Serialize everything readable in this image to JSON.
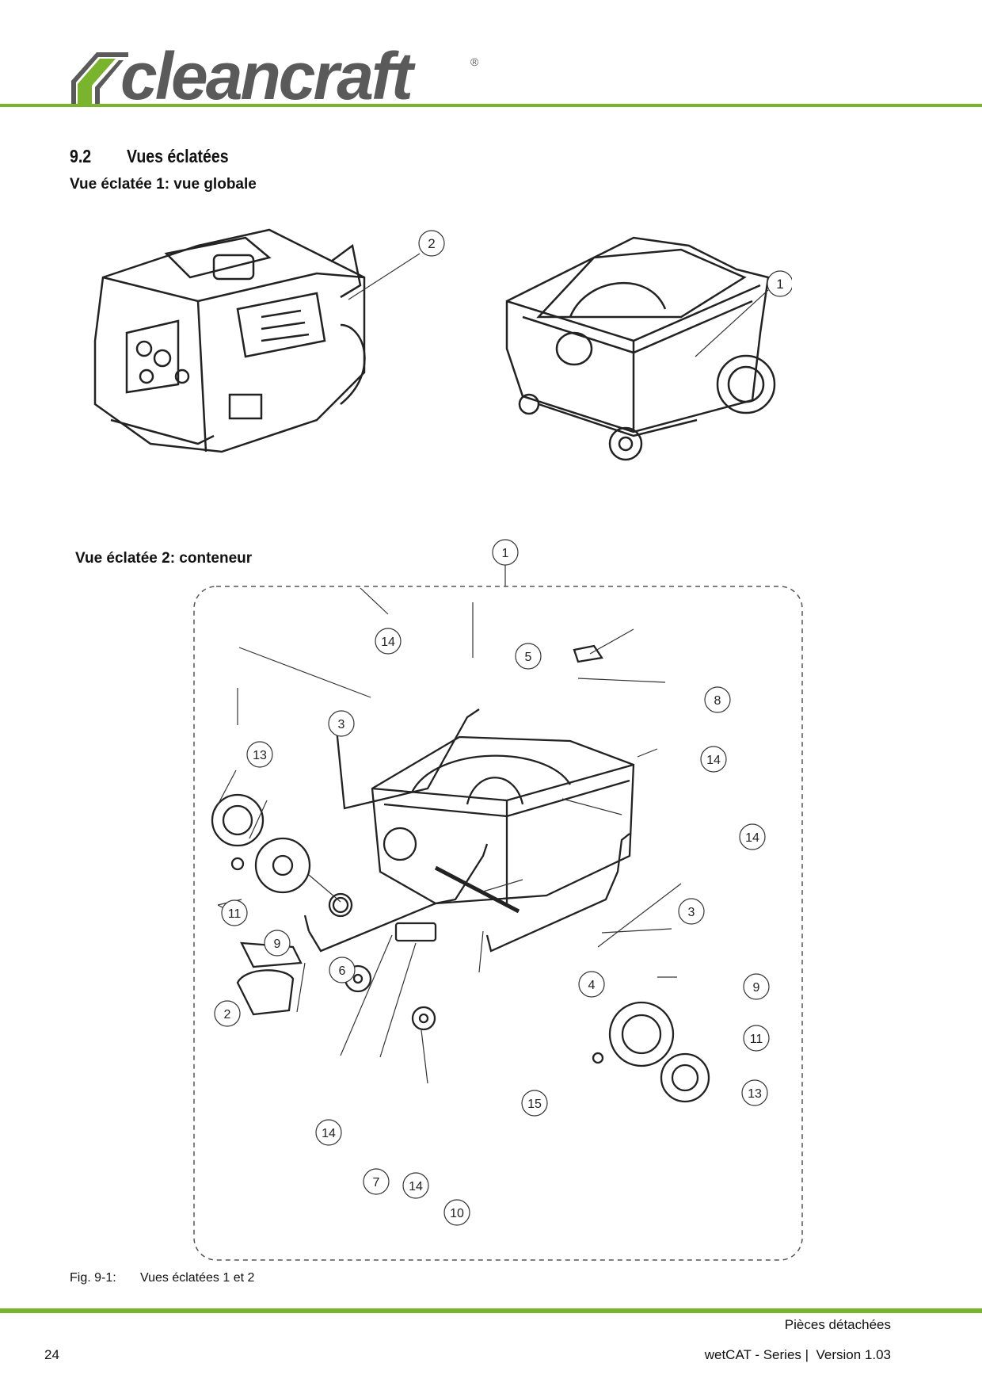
{
  "brand": {
    "name": "cleancraft",
    "registered": "®"
  },
  "section": {
    "number": "9.2",
    "title": "Vues éclatées"
  },
  "view1": {
    "title": "Vue éclatée 1: vue globale",
    "callouts": [
      "2",
      "1"
    ]
  },
  "view2": {
    "title": "Vue éclatée 2: conteneur",
    "callouts": [
      "1",
      "14",
      "5",
      "8",
      "3",
      "14",
      "13",
      "14",
      "11",
      "9",
      "3",
      "6",
      "4",
      "9",
      "2",
      "11",
      "13",
      "14",
      "15",
      "7",
      "14",
      "10"
    ]
  },
  "figure": {
    "label": "Fig. 9-1:",
    "text": "Vues éclatées 1 et 2"
  },
  "footer": {
    "section": "Pièces détachées",
    "page": "24",
    "product": "wetCAT - Series |  Version 1.03"
  },
  "colors": {
    "accent": "#7ab42c",
    "logo": "#5a5a5a"
  }
}
